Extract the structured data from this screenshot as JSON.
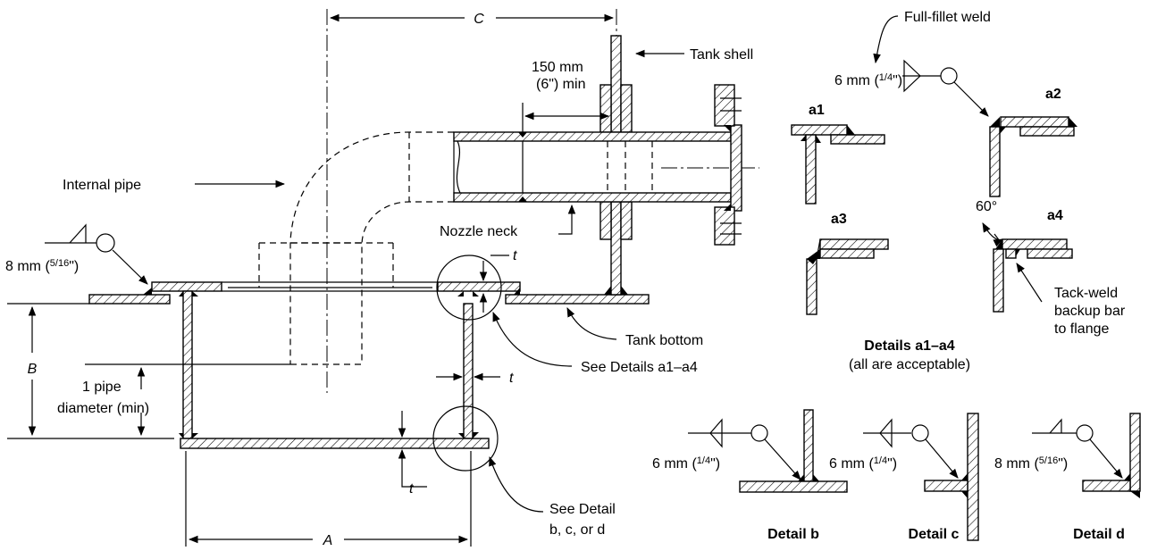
{
  "labels": {
    "dim_c": "C",
    "dim_a": "A",
    "dim_b": "B",
    "t": "t",
    "tank_shell": "Tank shell",
    "nozzle_min_1": "150 mm",
    "nozzle_min_2": "(6\") min",
    "internal_pipe": "Internal pipe",
    "nozzle_neck": "Nozzle neck",
    "weld_8mm_1": "8 mm (",
    "weld_8mm_frac": "5/16",
    "weld_8mm_2": "\")",
    "tank_bottom": "Tank bottom",
    "see_details_a": "See Details a1–a4",
    "pipe_diam_1": "1 pipe",
    "pipe_diam_2": "diameter (min)",
    "see_detail_bcd_1": "See Detail",
    "see_detail_bcd_2": "b, c, or d",
    "full_fillet_weld": "Full-fillet weld",
    "weld_6mm_1": "6 mm (",
    "weld_6mm_frac": "1/4",
    "weld_6mm_2": "\")",
    "a1": "a1",
    "a2": "a2",
    "a3": "a3",
    "a4": "a4",
    "angle_60": "60°",
    "tack_weld_1": "Tack-weld",
    "tack_weld_2": "backup bar",
    "tack_weld_3": "to flange",
    "details_a_title": "Details a1–a4",
    "details_a_sub": "(all are acceptable)",
    "detail_b": "Detail b",
    "detail_c": "Detail c",
    "detail_d": "Detail d"
  },
  "colors": {
    "line": "#000000",
    "background": "#ffffff"
  }
}
